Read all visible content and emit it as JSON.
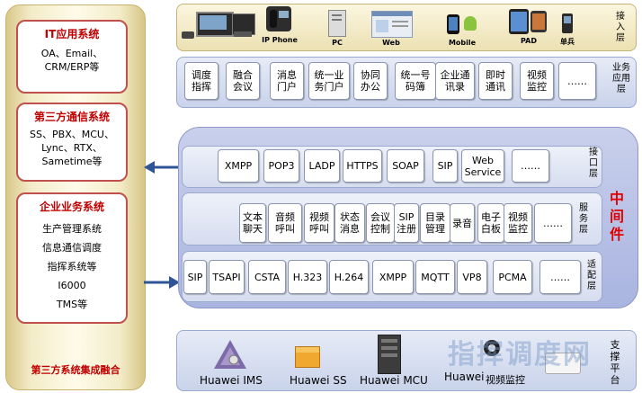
{
  "left": {
    "boxes": [
      {
        "title": "IT应用系统",
        "lines": [
          "OA、Email、",
          "CRM/ERP等"
        ]
      },
      {
        "title": "第三方通信系统",
        "lines": [
          "SS、PBX、MCU、",
          "Lync、RTX、",
          "Sametime等"
        ]
      },
      {
        "title": "企业业务系统",
        "lines": [
          "生产管理系统",
          "信息通信调度",
          "指挥系统等",
          "I6000",
          "TMS等"
        ]
      }
    ],
    "footer": "第三方系统集成融合"
  },
  "access": {
    "devices": [
      "IP Phone",
      "PC",
      "Web",
      "Mobile",
      "PAD",
      "单兵"
    ],
    "tag": [
      "接",
      "入",
      "层"
    ]
  },
  "business": {
    "items": [
      "调度\n指挥",
      "融合\n会议",
      "消息\n门户",
      "统一业\n务门户",
      "协同\n办公",
      "统一号\n码簿",
      "企业通\n讯录",
      "即时\n通讯",
      "视频\n监控",
      "……"
    ],
    "tag": [
      "业务",
      "应用",
      "层"
    ]
  },
  "middle": {
    "label": [
      "中",
      "间",
      "件"
    ],
    "interface": {
      "items": [
        "XMPP",
        "POP3",
        "LADP",
        "HTTPS",
        "SOAP",
        "SIP",
        "Web\nService",
        "……"
      ],
      "tag": [
        "接",
        "口",
        "层"
      ]
    },
    "service": {
      "items": [
        "文本\n聊天",
        "音频\n呼叫",
        "视频\n呼叫",
        "状态\n消息",
        "会议\n控制",
        "SIP\n注册",
        "目录\n管理",
        "录音",
        "电子\n白板",
        "视频\n监控",
        "……"
      ],
      "tag": [
        "服",
        "务",
        "层"
      ]
    },
    "adapter": {
      "items": [
        "SIP",
        "TSAPI",
        "CSTA",
        "H.323",
        "H.264",
        "XMPP",
        "MQTT",
        "VP8",
        "PCMA",
        "……"
      ],
      "tag": [
        "适",
        "配",
        "层"
      ]
    }
  },
  "platform": {
    "items": [
      "Huawei IMS",
      "Huawei SS",
      "Huawei MCU",
      "Huawei",
      "视频监控"
    ],
    "watermark": "指挥调度网",
    "tag": [
      "支",
      "撑",
      "平",
      "台"
    ]
  },
  "colors": {
    "accent_red": "#c00000",
    "mid_red": "#e00000",
    "band": "#c9d3ea",
    "gold": "#e9dca6"
  }
}
